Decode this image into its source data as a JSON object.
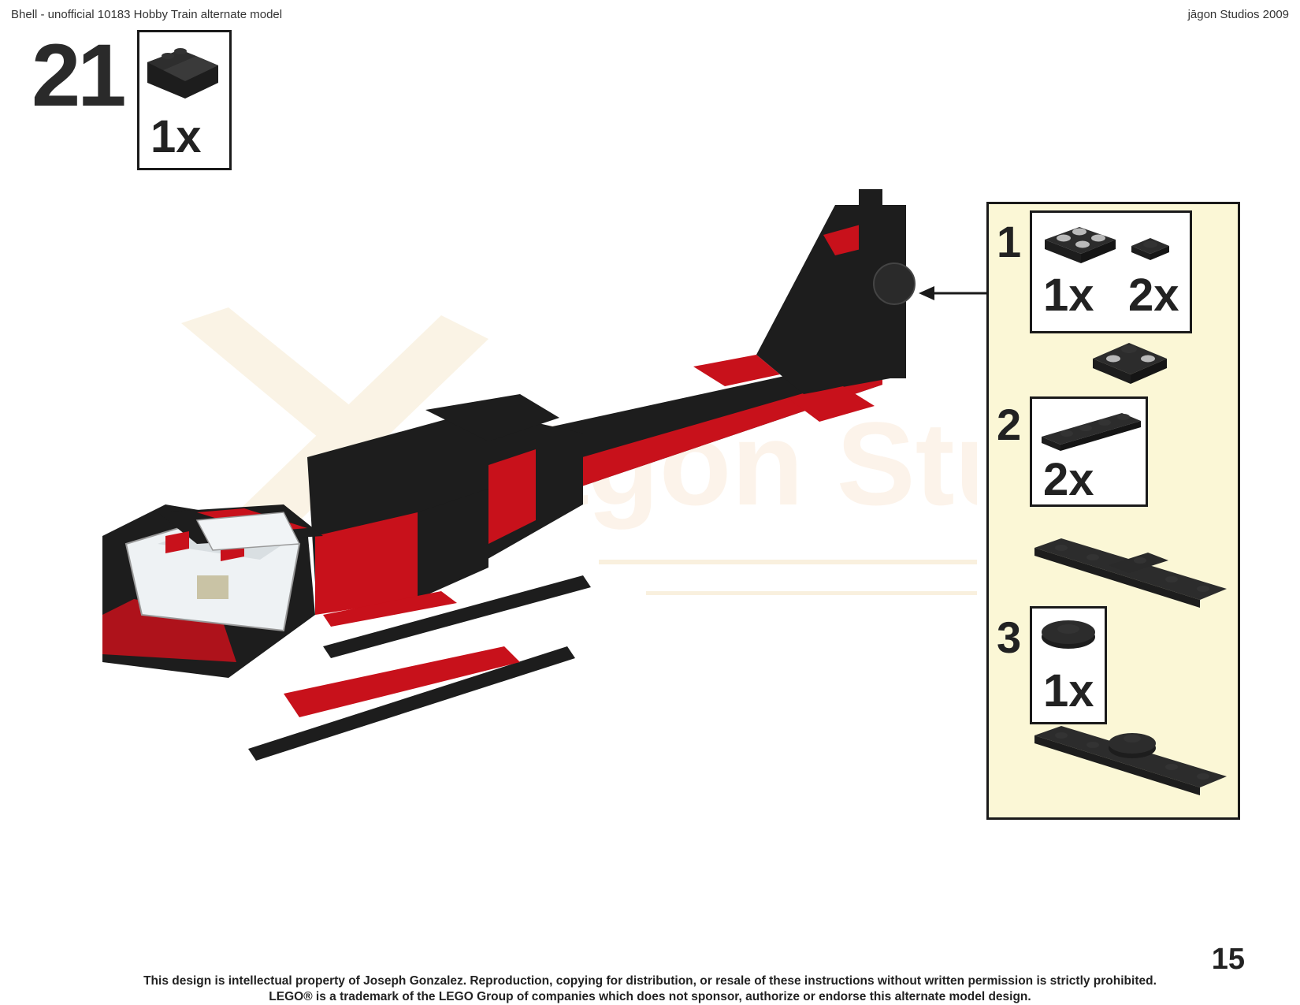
{
  "header": {
    "title": "Bhell - unofficial 10183 Hobby Train alternate model",
    "publisher": "jāgon Studios 2009"
  },
  "step": {
    "number": "21",
    "parts": [
      {
        "quantity": "1x",
        "icon": "black-slope-brick-icon"
      }
    ]
  },
  "watermark": {
    "text": "jāgon Studios",
    "icon": "jagon-logo-icon"
  },
  "submodel": {
    "steps": [
      {
        "number": "1",
        "parts": [
          {
            "quantity": "1x",
            "icon": "black-plate-2x2-with-gray-studs-icon"
          },
          {
            "quantity": "2x",
            "icon": "black-plate-1x1-icon"
          }
        ],
        "result_icon": "assembled-plate-icon"
      },
      {
        "number": "2",
        "parts": [
          {
            "quantity": "2x",
            "icon": "black-plate-1x4-icon"
          }
        ],
        "result_icon": "assembled-rotor-bar-icon"
      },
      {
        "number": "3",
        "parts": [
          {
            "quantity": "1x",
            "icon": "black-round-plate-2x2-icon"
          }
        ],
        "result_icon": "assembled-tail-rotor-icon"
      }
    ]
  },
  "page": {
    "number": "15"
  },
  "footer": {
    "line1": "This design is intellectual property of Joseph Gonzalez.  Reproduction, copying for distribution, or resale of these instructions without written permission is strictly prohibited.",
    "line2": "LEGO® is a trademark of the LEGO Group of companies which does not sponsor, authorize or endorse this alternate model design."
  },
  "colors": {
    "brick_black": "#1d1d1d",
    "brick_red": "#c8111b",
    "stud_gray": "#b9b9b9",
    "panel_background": "#fbf7d6",
    "watermark": "#f6ead0"
  }
}
